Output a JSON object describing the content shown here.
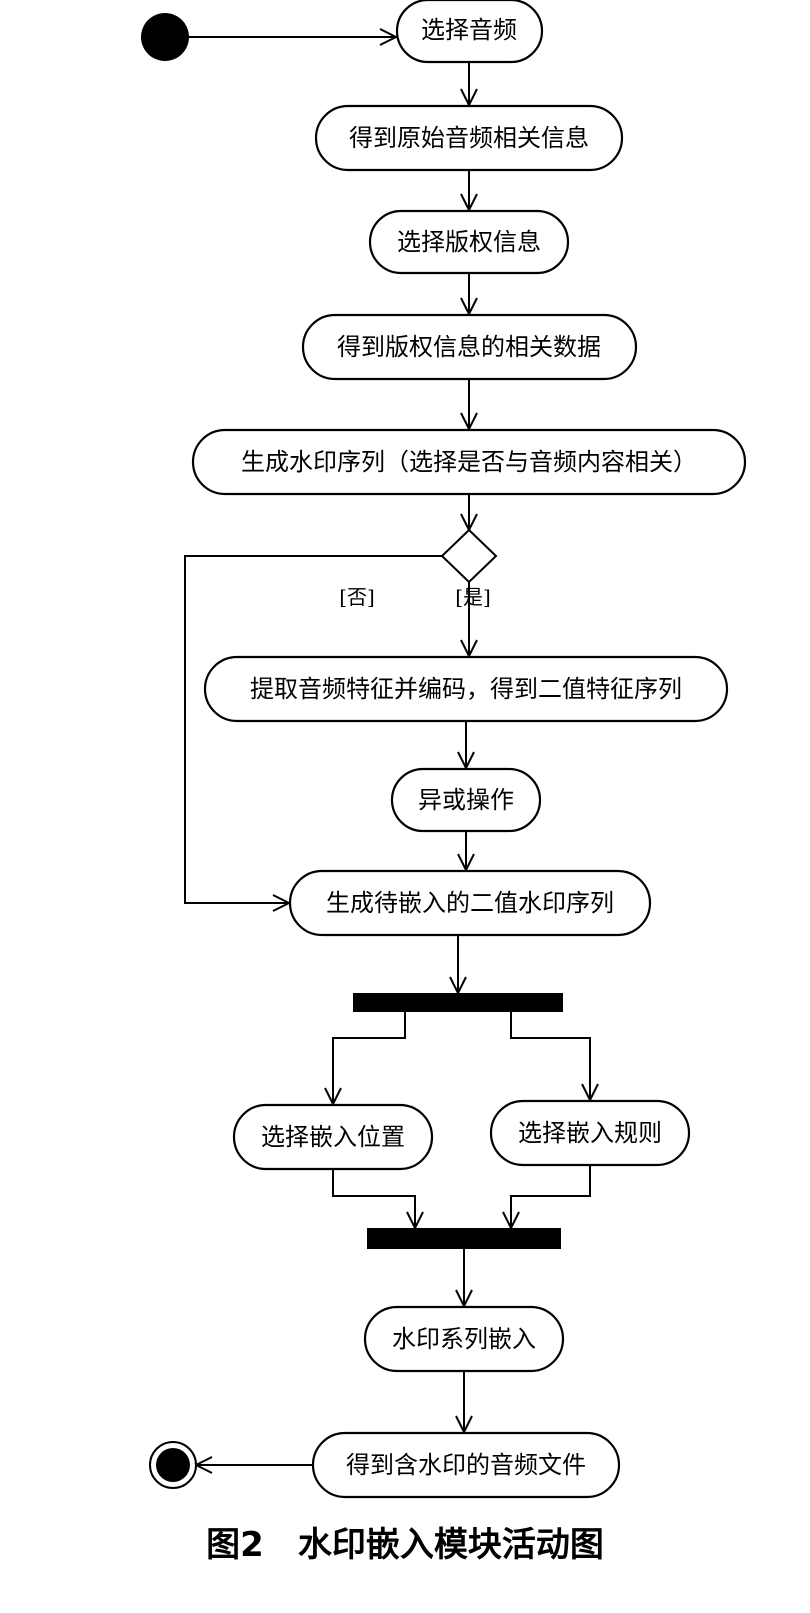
{
  "nodes": {
    "select_audio": "选择音频",
    "get_original_info": "得到原始音频相关信息",
    "select_copyright": "选择版权信息",
    "get_copyright_data": "得到版权信息的相关数据",
    "generate_sequence": "生成水印序列（选择是否与音频内容相关）",
    "extract_features": "提取音频特征并编码，得到二值特征序列",
    "xor_operation": "异或操作",
    "generate_binary_watermark": "生成待嵌入的二值水印序列",
    "select_position": "选择嵌入位置",
    "select_rule": "选择嵌入规则",
    "embed_sequence": "水印系列嵌入",
    "get_watermarked_audio": "得到含水印的音频文件"
  },
  "guards": {
    "no": "[否]",
    "yes": "[是]"
  },
  "caption": "图2　水印嵌入模块活动图"
}
